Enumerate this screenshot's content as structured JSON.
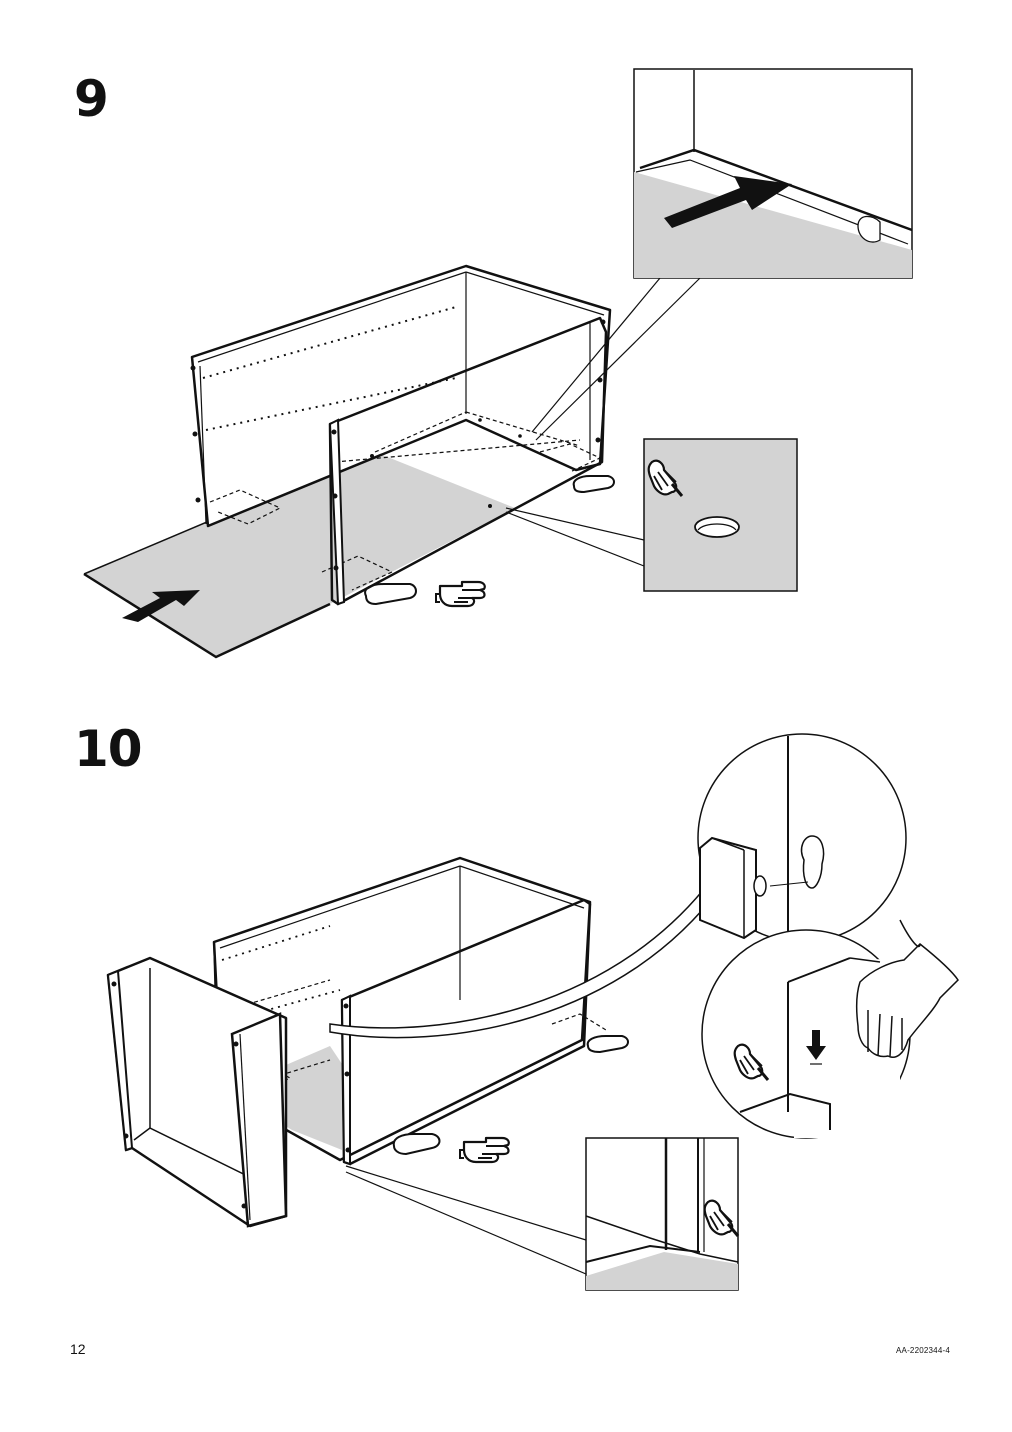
{
  "steps": [
    {
      "number": "9"
    },
    {
      "number": "10"
    }
  ],
  "footer": {
    "page_number": "12",
    "document_code": "AA-2202344-4"
  },
  "colors": {
    "panel_fill": "#d3d3d3",
    "line": "#111111",
    "background": "#ffffff"
  },
  "icons": [
    "pointing-hand-icon",
    "finger-press-icon",
    "push-arrow-icon",
    "down-arrow-icon",
    "hand-icon"
  ]
}
